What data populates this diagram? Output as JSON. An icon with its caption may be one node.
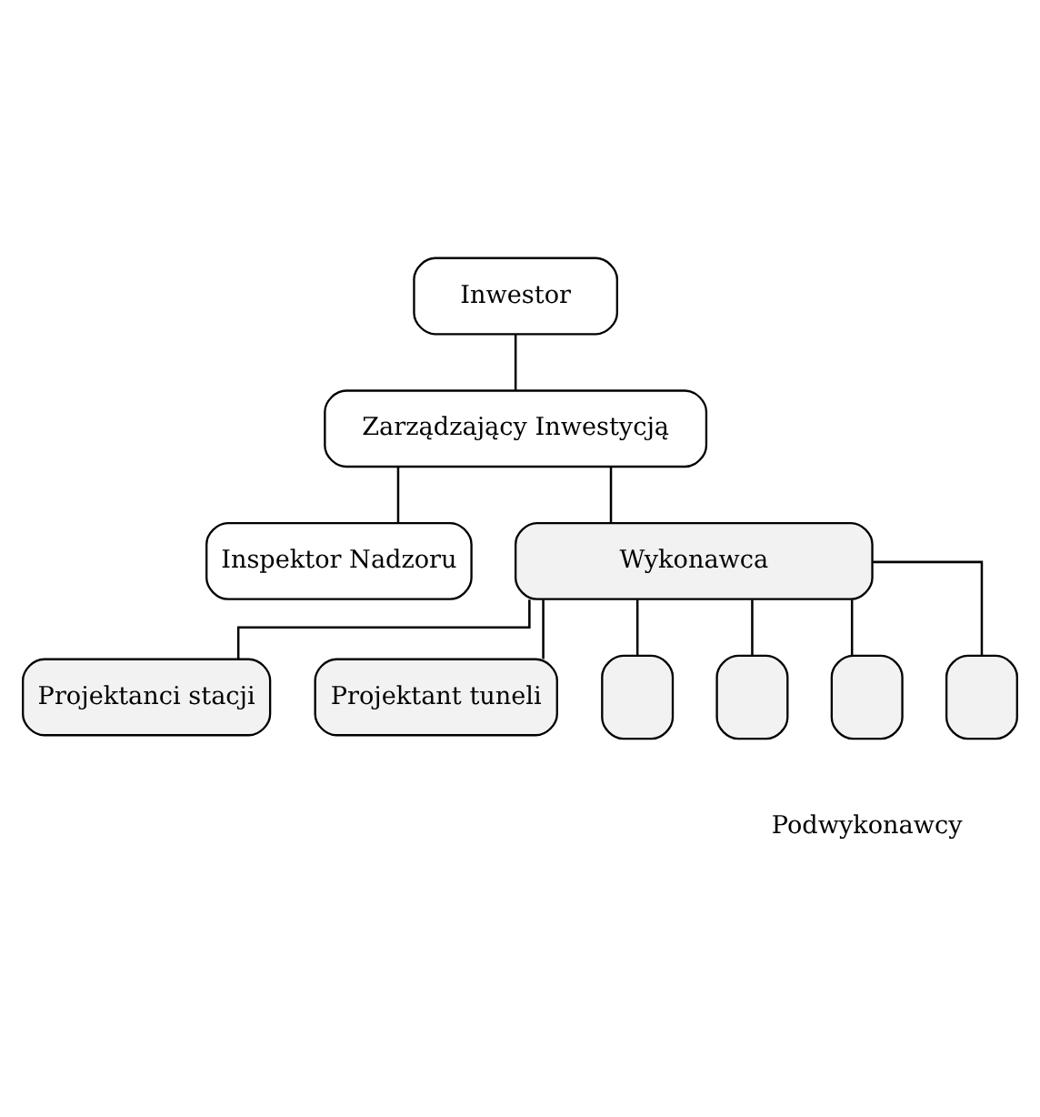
{
  "diagram": {
    "nodes": [
      {
        "text": [
          "Inwestor"
        ]
      },
      {
        "text": [
          "Zarządzający Inwestycją"
        ]
      },
      {
        "text": [
          "Inspektor Nadzoru"
        ]
      },
      {
        "text": [
          "Wykonawca"
        ]
      },
      {
        "text": [
          "Projektanci stacji"
        ]
      },
      {
        "text": [
          "Projektant tuneli"
        ]
      },
      {
        "text": [],
        "shape": "box"
      },
      {
        "text": [],
        "shape": "box"
      },
      {
        "text": [],
        "shape": "box"
      },
      {
        "text": [],
        "shape": "box"
      }
    ],
    "edges": [
      {
        "from": 0,
        "to": 1,
        "arrow": "none"
      },
      {
        "from": 1,
        "to": 2,
        "arrow": "none"
      },
      {
        "from": 1,
        "to": 3,
        "arrow": "none"
      },
      {
        "from": 3,
        "to": 4,
        "arrow": "none"
      },
      {
        "from": 3,
        "to": 5,
        "arrow": "none"
      },
      {
        "from": 3,
        "to": 6,
        "arrow": "none"
      },
      {
        "from": 3,
        "to": 7,
        "arrow": "none"
      },
      {
        "from": 3,
        "to": 8,
        "arrow": "none"
      },
      {
        "from": 3,
        "to": 9,
        "arrow": "none"
      }
    ],
    "labels": [
      "Podwykonawcy"
    ]
  }
}
